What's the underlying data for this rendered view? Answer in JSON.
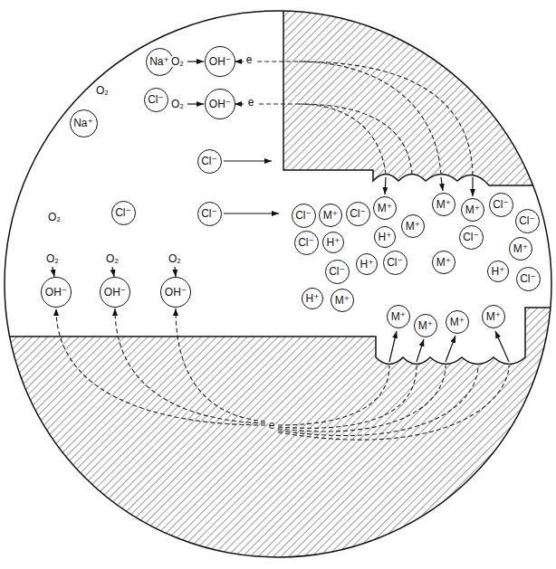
{
  "diagram": {
    "nodes": [
      {
        "text": [
          "Na⁺"
        ]
      },
      {
        "text": [
          "OH⁻"
        ]
      },
      {
        "text": [
          "Cl⁻"
        ]
      },
      {
        "text": [
          "OH⁻"
        ]
      },
      {
        "text": [
          "Na⁺"
        ]
      },
      {
        "text": [
          "Cl⁻"
        ]
      },
      {
        "text": [
          "M⁺"
        ]
      },
      {
        "text": [
          "M⁺"
        ]
      },
      {
        "text": [
          "M⁺"
        ]
      },
      {
        "text": [
          "Cl⁻"
        ]
      },
      {
        "text": [
          "Cl⁻"
        ]
      },
      {
        "text": [
          "Cl⁻"
        ]
      },
      {
        "text": [
          "Cl⁻"
        ]
      },
      {
        "text": [
          "M⁺"
        ]
      },
      {
        "text": [
          "Cl⁻"
        ]
      },
      {
        "text": [
          "Cl⁻"
        ]
      },
      {
        "text": [
          "M⁺"
        ]
      },
      {
        "text": [
          "H⁺"
        ]
      },
      {
        "text": [
          "Cl⁻"
        ]
      },
      {
        "text": [
          "Cl⁻"
        ]
      },
      {
        "text": [
          "H⁺"
        ]
      },
      {
        "text": [
          "M⁺"
        ]
      },
      {
        "text": [
          "M⁺"
        ]
      },
      {
        "text": [
          "H⁺"
        ]
      },
      {
        "text": [
          "Cl⁻"
        ]
      },
      {
        "text": [
          "H⁺"
        ]
      },
      {
        "text": [
          "Cl⁻"
        ]
      },
      {
        "text": [
          "Cl⁻"
        ]
      },
      {
        "text": [
          "OH⁻"
        ]
      },
      {
        "text": [
          "OH⁻"
        ]
      },
      {
        "text": [
          "OH⁻"
        ]
      },
      {
        "text": [
          "H⁺"
        ]
      },
      {
        "text": [
          "M⁺"
        ]
      },
      {
        "text": [
          "M⁺"
        ]
      },
      {
        "text": [
          "M⁺"
        ]
      },
      {
        "text": [
          "M⁺"
        ]
      },
      {
        "text": [
          "M⁺"
        ]
      }
    ],
    "labels": [
      "O₂",
      "e",
      "O₂",
      "O₂",
      "e",
      "O₂",
      "O₂",
      "O₂",
      "O₂",
      "e"
    ]
  }
}
